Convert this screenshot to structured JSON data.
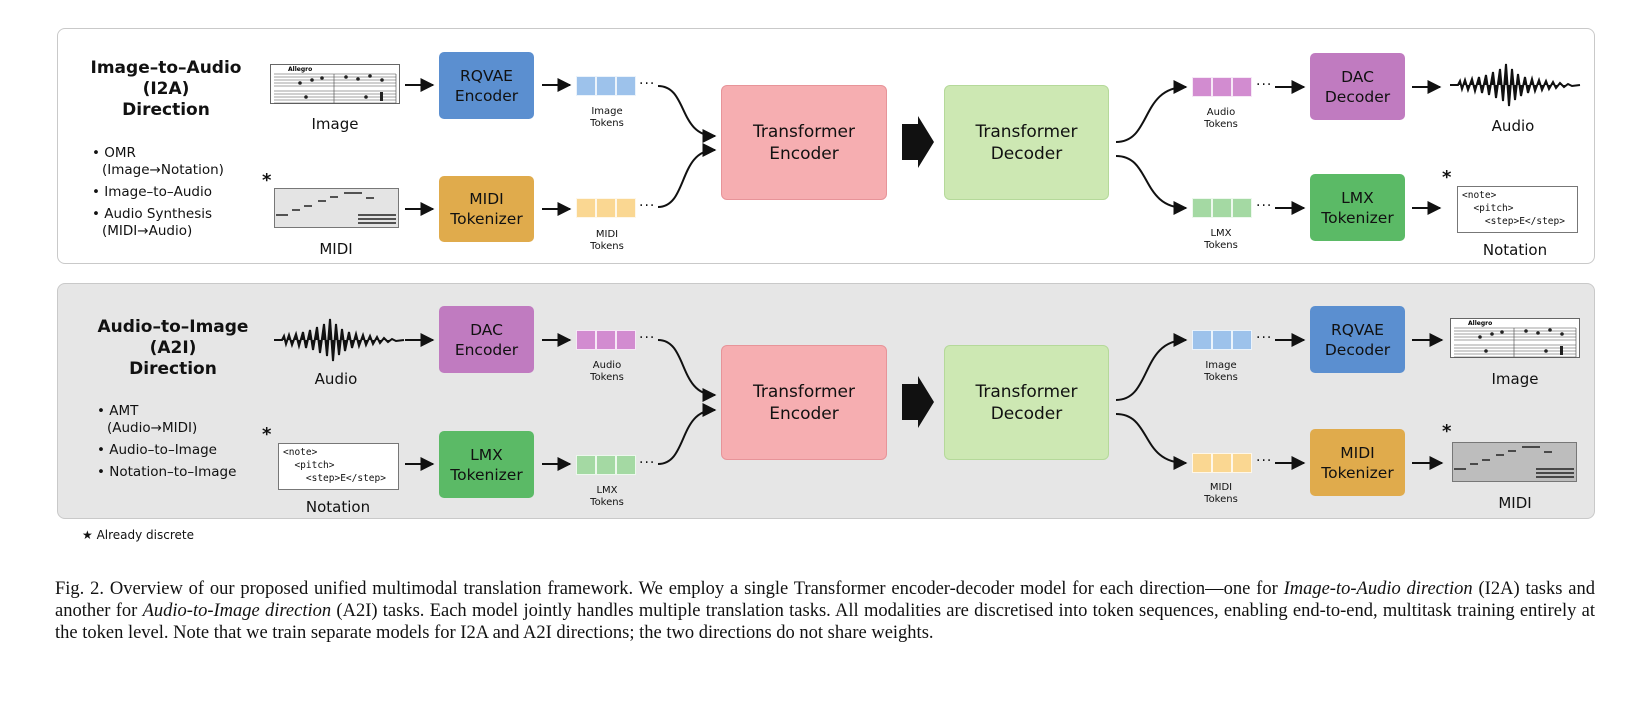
{
  "footnote": "★ Already discrete",
  "caption": {
    "parts": [
      "Fig. 2.   Overview of our proposed unified multimodal translation framework. We employ a single Transformer encoder-decoder model for each direction—one for ",
      "Image-to-Audio direction",
      " (I2A) tasks and another for ",
      "Audio-to-Image direction",
      " (A2I) tasks. Each model jointly handles multiple translation tasks. All modalities are discretised into token sequences, enabling end-to-end, multitask training entirely at the token level. Note that we train separate models for I2A and A2I directions; the two directions do not share weights."
    ]
  },
  "colors": {
    "rqvae": "#5b8fd0",
    "midi": "#e0ab4c",
    "dac": "#c07bc0",
    "lmx": "#5bba66",
    "transformer_encoder": "#f6aeb1",
    "transformer_decoder": "#cde8b3",
    "token_image": "#9dc2eb",
    "token_midi": "#fad792",
    "token_audio": "#d28cd0",
    "token_lmx": "#a4d9a3"
  },
  "i2a": {
    "title_line1": "Image–to–Audio",
    "title_line2": "(I2A)",
    "title_line3": "Direction",
    "tasks": [
      "OMR\n(Image→Notation)",
      "Image–to–Audio",
      "Audio Synthesis\n(MIDI→Audio)"
    ],
    "input_top_label": "Image",
    "input_bottom_label": "MIDI",
    "star": "*",
    "top_encoder": "RQVAE\nEncoder",
    "bottom_encoder": "MIDI\nTokenizer",
    "top_tokens": "Image\nTokens",
    "bottom_tokens": "MIDI\nTokens",
    "encoder": "Transformer\nEncoder",
    "decoder": "Transformer\nDecoder",
    "out_top_tokens": "Audio\nTokens",
    "out_bottom_tokens": "LMX\nTokens",
    "out_top_decoder": "DAC\nDecoder",
    "out_bottom_decoder": "LMX\nTokenizer",
    "output_top_label": "Audio",
    "output_bottom_label": "Notation",
    "output_star": "*",
    "notation_code": "<note>\n  <pitch>\n    <step>E</step>",
    "dots": "···",
    "sheet_tempo": "Allegro"
  },
  "a2i": {
    "title_line1": "Audio–to–Image",
    "title_line2": "(A2I)",
    "title_line3": "Direction",
    "tasks": [
      "AMT\n(Audio→MIDI)",
      "Audio–to–Image",
      "Notation–to–Image"
    ],
    "input_top_label": "Audio",
    "input_bottom_label": "Notation",
    "star": "*",
    "top_encoder": "DAC\nEncoder",
    "bottom_encoder": "LMX\nTokenizer",
    "top_tokens": "Audio\nTokens",
    "bottom_tokens": "LMX\nTokens",
    "encoder": "Transformer\nEncoder",
    "decoder": "Transformer\nDecoder",
    "out_top_tokens": "Image\nTokens",
    "out_bottom_tokens": "MIDI\nTokens",
    "out_top_decoder": "RQVAE\nDecoder",
    "out_bottom_decoder": "MIDI\nTokenizer",
    "output_top_label": "Image",
    "output_bottom_label": "MIDI",
    "output_star": "*",
    "notation_code": "<note>\n  <pitch>\n    <step>E</step>",
    "dots": "···",
    "sheet_tempo": "Allegro"
  }
}
